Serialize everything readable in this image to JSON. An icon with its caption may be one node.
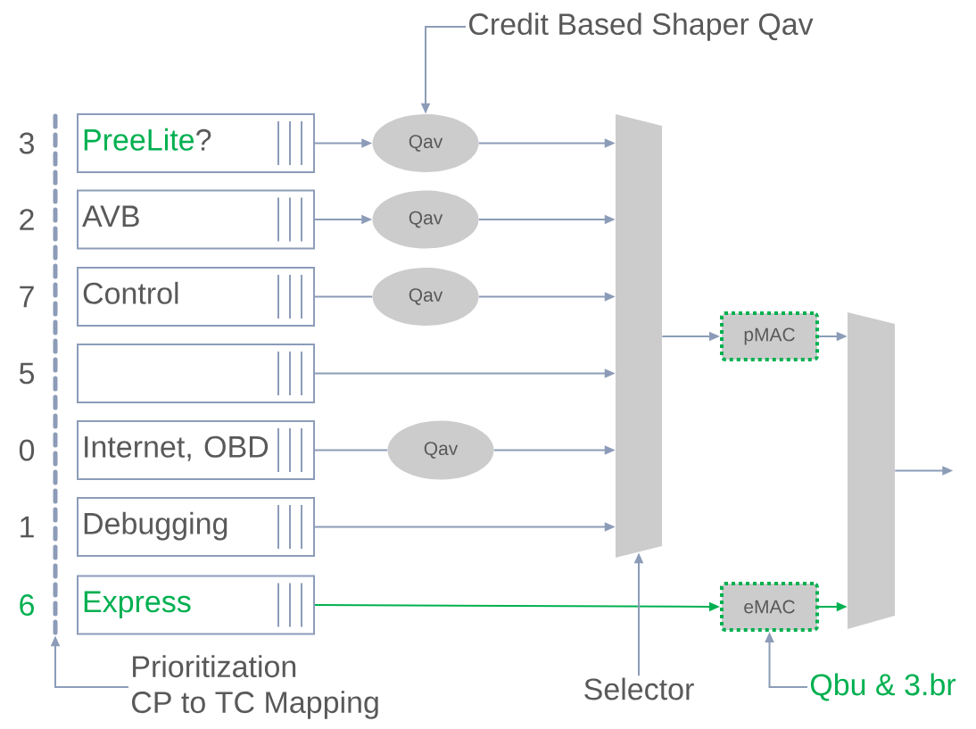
{
  "diagram": {
    "nodes": [
      {
        "text": [],
        "shape": "bar"
      },
      {
        "text": [
          "PreeLite",
          "?"
        ]
      },
      {
        "text": [
          "AVB"
        ]
      },
      {
        "text": [
          "Control"
        ]
      },
      {
        "text": [],
        "shape": "box"
      },
      {
        "text": [
          "Internet, OBD"
        ]
      },
      {
        "text": [
          "Debugging"
        ]
      },
      {
        "text": [
          "Express"
        ]
      },
      {
        "text": [
          "Qav"
        ]
      },
      {
        "text": [
          "Qav"
        ]
      },
      {
        "text": [
          "Qav"
        ]
      },
      {
        "text": [
          "Qav"
        ]
      },
      {
        "text": [],
        "shape": "trapezoid"
      },
      {
        "text": [
          "pMAC"
        ]
      },
      {
        "text": [
          "eMAC"
        ]
      },
      {
        "text": [],
        "shape": "trapezoid"
      },
      {
        "text": [
          "Credit Based Shaper Qav"
        ]
      },
      {
        "text": [
          "Selector"
        ]
      },
      {
        "text": [
          "Qbu & 3.br"
        ]
      },
      {
        "text": [
          "Prioritization",
          "CP to TC Mapping"
        ]
      }
    ],
    "edges": [
      {
        "from": 16,
        "to": 8,
        "arrow": "to"
      },
      {
        "from": 1,
        "to": 8,
        "arrow": "to"
      },
      {
        "from": 8,
        "to": 12,
        "arrow": "to"
      },
      {
        "from": 2,
        "to": 9,
        "arrow": "to"
      },
      {
        "from": 9,
        "to": 12,
        "arrow": "to"
      },
      {
        "from": 3,
        "to": 10,
        "arrow": "none"
      },
      {
        "from": 10,
        "to": 12,
        "arrow": "to"
      },
      {
        "from": 4,
        "to": 12,
        "arrow": "to"
      },
      {
        "from": 5,
        "to": 11,
        "arrow": "none"
      },
      {
        "from": 11,
        "to": 12,
        "arrow": "to"
      },
      {
        "from": 6,
        "to": 12,
        "arrow": "to"
      },
      {
        "from": 7,
        "to": 14,
        "arrow": "to",
        "color": "#00b050"
      },
      {
        "from": 12,
        "to": 13,
        "arrow": "to"
      },
      {
        "from": 13,
        "to": 15,
        "arrow": "to"
      },
      {
        "from": 14,
        "to": 15,
        "arrow": "to",
        "color": "#00b050"
      },
      {
        "from": 15,
        "to": null,
        "arrow": "to"
      },
      {
        "from": 17,
        "to": 12,
        "arrow": "to"
      },
      {
        "from": 18,
        "to": 14,
        "arrow": "to"
      },
      {
        "from": 19,
        "to": 0,
        "arrow": "to"
      }
    ],
    "labels": [
      "3",
      "2",
      "7",
      "5",
      "0",
      "1",
      "6"
    ]
  }
}
